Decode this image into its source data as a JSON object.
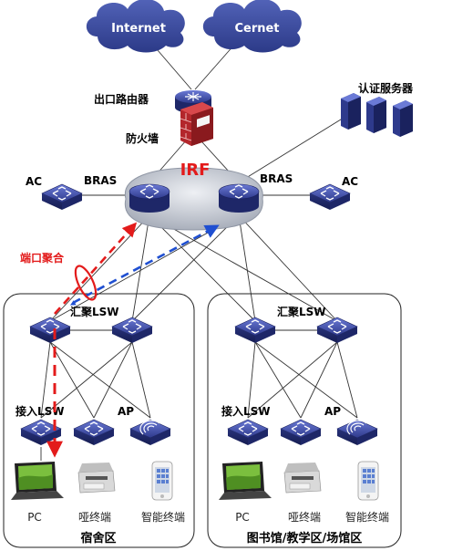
{
  "clouds": {
    "internet": "Internet",
    "cernet": "Cernet"
  },
  "core": {
    "exit_router": "出口路由器",
    "firewall": "防火墙",
    "auth_server": "认证服务器",
    "irf": "IRF",
    "bras_left": "BRAS",
    "bras_right": "BRAS",
    "ac_left": "AC",
    "ac_right": "AC",
    "port_aggregation": "端口聚合"
  },
  "zones": {
    "left": {
      "name": "宿舍区",
      "agg_label": "汇聚LSW",
      "access_label": "接入LSW",
      "ap_label": "AP",
      "terminals": [
        "PC",
        "哑终端",
        "智能终端"
      ]
    },
    "right": {
      "name": "图书馆/教学区/场馆区",
      "agg_label": "汇聚LSW",
      "access_label": "接入LSW",
      "ap_label": "AP",
      "terminals": [
        "PC",
        "哑终端",
        "智能终端"
      ]
    }
  },
  "colors": {
    "device_blue": "#2e3a8c",
    "cloud_blue": "#3a4a9c",
    "core_gray": "#c8ccd4",
    "firewall_red": "#b3262b",
    "red_path": "#e31b1b",
    "blue_path": "#1f4fd1"
  }
}
